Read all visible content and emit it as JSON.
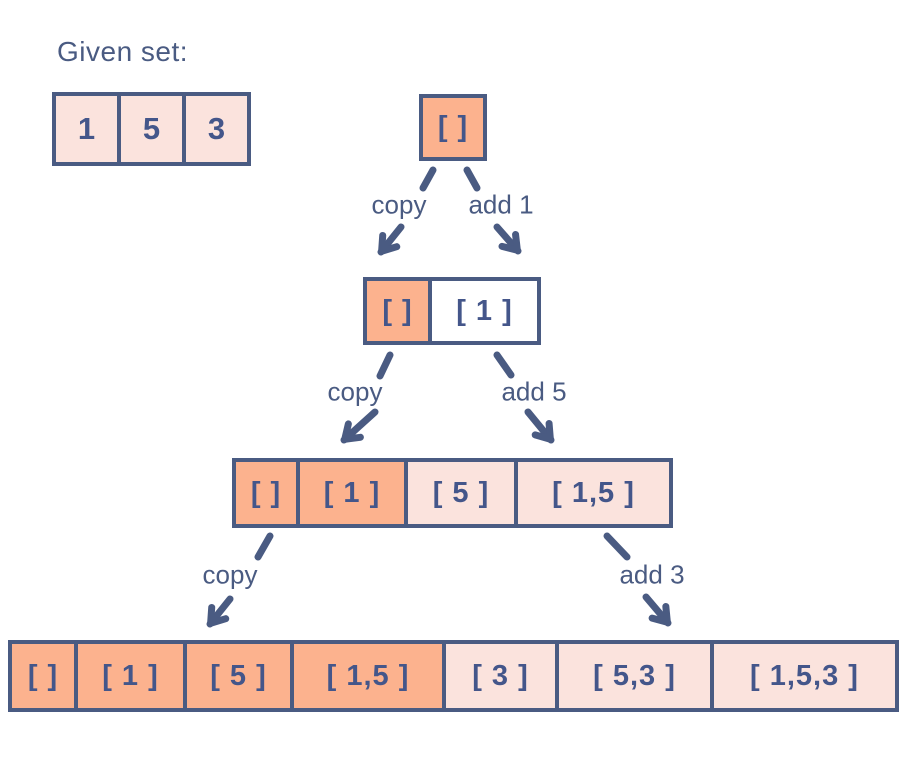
{
  "title": "Given set:",
  "colors": {
    "navy": "#4a5b82",
    "orange": "#fcb28e",
    "pink": "#fbe3dd",
    "white": "#ffffff",
    "background": "#ffffff"
  },
  "given_set": {
    "cells": [
      "1",
      "5",
      "3"
    ]
  },
  "tree": {
    "levels": [
      {
        "cells": [
          {
            "label": "[ ]",
            "fill": "orange"
          }
        ]
      },
      {
        "cells": [
          {
            "label": "[ ]",
            "fill": "orange"
          },
          {
            "label": "[ 1 ]",
            "fill": "white"
          }
        ]
      },
      {
        "cells": [
          {
            "label": "[ ]",
            "fill": "orange"
          },
          {
            "label": "[ 1 ]",
            "fill": "orange"
          },
          {
            "label": "[ 5 ]",
            "fill": "pink"
          },
          {
            "label": "[ 1,5 ]",
            "fill": "pink"
          }
        ]
      },
      {
        "cells": [
          {
            "label": "[ ]",
            "fill": "orange"
          },
          {
            "label": "[ 1 ]",
            "fill": "orange"
          },
          {
            "label": "[ 5 ]",
            "fill": "orange"
          },
          {
            "label": "[ 1,5 ]",
            "fill": "orange"
          },
          {
            "label": "[ 3 ]",
            "fill": "pink"
          },
          {
            "label": "[ 5,3 ]",
            "fill": "pink"
          },
          {
            "label": "[ 1,5,3 ]",
            "fill": "pink"
          }
        ]
      }
    ],
    "edges": [
      {
        "left_label": "copy",
        "right_label": "add 1"
      },
      {
        "left_label": "copy",
        "right_label": "add 5"
      },
      {
        "left_label": "copy",
        "right_label": "add 3"
      }
    ]
  }
}
